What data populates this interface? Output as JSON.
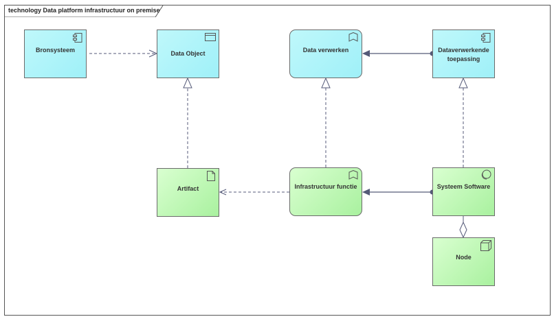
{
  "diagram": {
    "title": "technology Data platform infrastructuur on premise"
  },
  "elements": {
    "bronsysteem": {
      "label": "Bronsysteem",
      "icon": "component-icon"
    },
    "data_object": {
      "label": "Data Object",
      "icon": "data-object-icon"
    },
    "data_verwerken": {
      "label": "Data verwerken",
      "icon": "function-icon"
    },
    "dataverwerkende_toepassing": {
      "label": "Dataverwerkende toepassing",
      "icon": "component-icon"
    },
    "artifact": {
      "label": "Artifact",
      "icon": "artifact-icon"
    },
    "infrastructuur_functie": {
      "label": "Infrastructuur functie",
      "icon": "function-icon"
    },
    "systeem_software": {
      "label": "Systeem Software",
      "icon": "system-software-icon"
    },
    "node": {
      "label": "Node",
      "icon": "node-icon"
    }
  },
  "relations": [
    {
      "from": "Bronsysteem",
      "to": "Data Object",
      "type": "flow-dashed"
    },
    {
      "from": "Artifact",
      "to": "Data Object",
      "type": "realization"
    },
    {
      "from": "Infrastructuur functie",
      "to": "Data verwerken",
      "type": "realization"
    },
    {
      "from": "Systeem Software",
      "to": "Dataverwerkende toepassing",
      "type": "realization"
    },
    {
      "from": "Dataverwerkende toepassing",
      "to": "Data verwerken",
      "type": "assignment"
    },
    {
      "from": "Systeem Software",
      "to": "Infrastructuur functie",
      "type": "assignment"
    },
    {
      "from": "Infrastructuur functie",
      "to": "Artifact",
      "type": "access-dashed"
    },
    {
      "from": "Node",
      "to": "Systeem Software",
      "type": "aggregation"
    }
  ],
  "colors": {
    "application_layer": "#a8f2f8",
    "technology_layer": "#b5f5aa",
    "border": "#6a6a6a",
    "connector": "#555a78"
  }
}
